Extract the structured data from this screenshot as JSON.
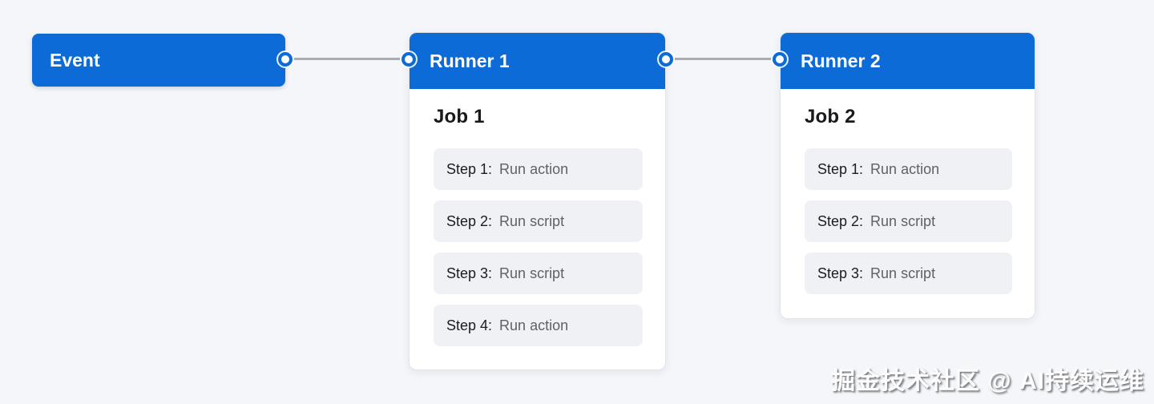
{
  "colors": {
    "background": "#f4f6f9",
    "node_blue": "#0d6bd8",
    "connector_gray": "#a9adb3",
    "card_bg": "#ffffff",
    "card_border": "#e1e4e9",
    "step_bg": "#f0f1f4",
    "step_label_text": "#1a1c1f",
    "step_action_text": "#5d6269",
    "header_text": "#ffffff"
  },
  "diagram": {
    "event": {
      "label": "Event"
    },
    "runners": [
      {
        "title": "Runner 1",
        "job": {
          "title": "Job 1",
          "steps": [
            {
              "label": "Step 1:",
              "action": "Run action"
            },
            {
              "label": "Step 2:",
              "action": "Run script"
            },
            {
              "label": "Step 3:",
              "action": "Run script"
            },
            {
              "label": "Step 4:",
              "action": "Run action"
            }
          ]
        }
      },
      {
        "title": "Runner 2",
        "job": {
          "title": "Job 2",
          "steps": [
            {
              "label": "Step 1:",
              "action": "Run action"
            },
            {
              "label": "Step 2:",
              "action": "Run script"
            },
            {
              "label": "Step 3:",
              "action": "Run script"
            }
          ]
        }
      }
    ]
  },
  "watermark": {
    "text": "掘金技术社区 @ AI持续运维"
  }
}
